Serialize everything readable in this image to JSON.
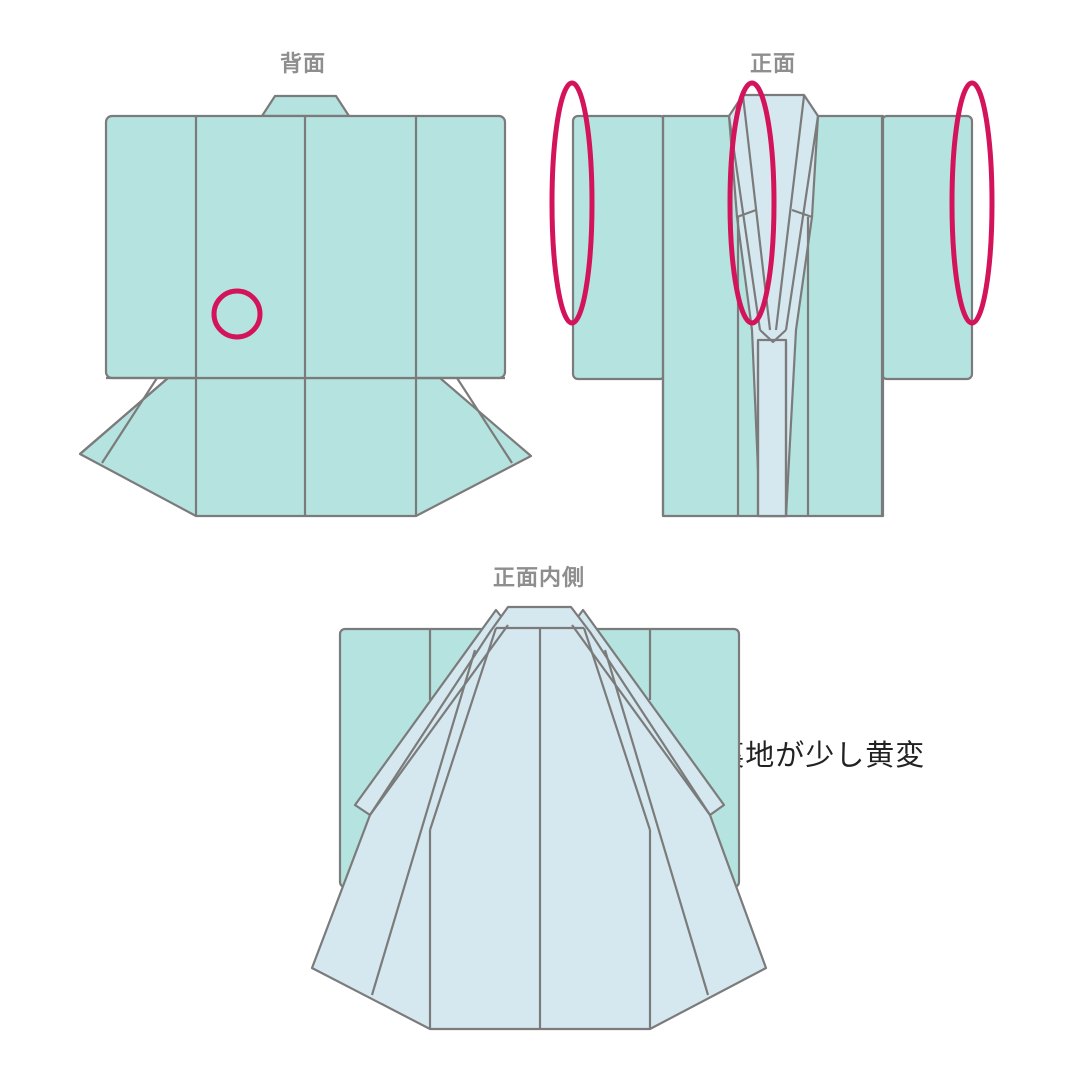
{
  "views": {
    "back": {
      "label": "背面"
    },
    "front": {
      "label": "正面"
    },
    "inner": {
      "label": "正面内側"
    }
  },
  "note": "※裏地が少し黄変",
  "colors": {
    "outer": "#b5e3e0",
    "lining": "#d5e8ef",
    "stroke": "#7b7b7b",
    "marker": "#d4145a"
  },
  "markers": {
    "back_spot": "circle",
    "front_left_sleeve": "ellipse",
    "front_collar": "ellipse",
    "front_right_sleeve": "ellipse"
  }
}
